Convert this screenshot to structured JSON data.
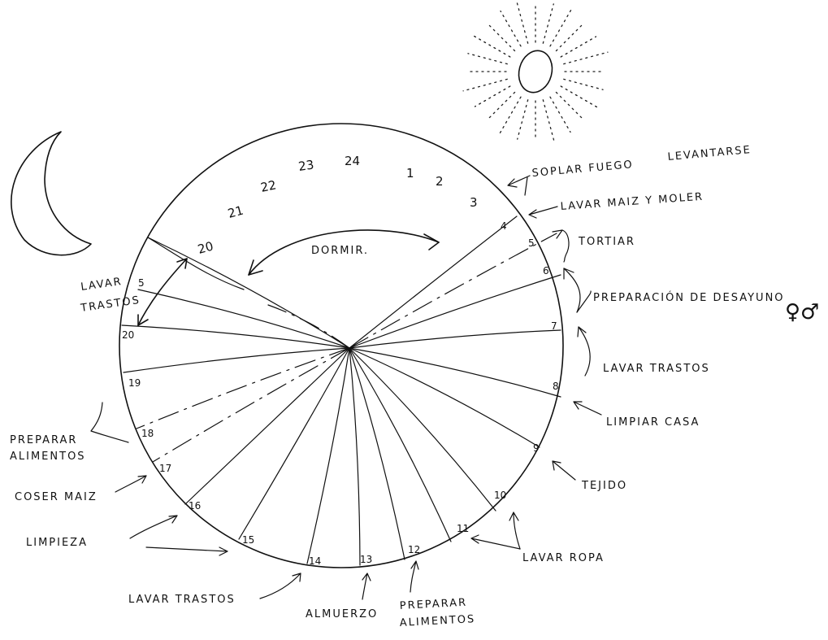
{
  "hours_top": [
    "20",
    "21",
    "22",
    "23",
    "24",
    "1",
    "2",
    "3"
  ],
  "sleep_label": "DORMIR.",
  "rim_hours": [
    "4",
    "5",
    "6",
    "7",
    "8",
    "9",
    "10",
    "11",
    "12",
    "13",
    "14",
    "15",
    "16",
    "17",
    "18",
    "19",
    "20"
  ],
  "rim_hour_5_left": "5",
  "activities": {
    "soplar_fuego": "SOPLAR FUEGO",
    "levantarse": "LEVANTARSE",
    "lavar_maiz": "LAVAR MAIZ Y MOLER",
    "tortiar": "TORTIAR",
    "preparacion_desayuno": "PREPARACIÓN DE DESAYUNO",
    "gender_symbols": "♀♂",
    "lavar_trastos_right": "LAVAR TRASTOS",
    "limpiar_casa": "LIMPIAR CASA",
    "tejido": "TEJIDO",
    "lavar_ropa": "LAVAR ROPA",
    "preparar_alimentos_bottom_1": "PREPARAR",
    "preparar_alimentos_bottom_2": "ALIMENTOS",
    "almuerzo": "ALMUERZO",
    "lavar_trastos_bottom": "LAVAR TRASTOS",
    "limpieza": "LIMPIEZA",
    "coser_maiz": "COSER MAIZ",
    "preparar_alimentos_left_1": "PREPARAR",
    "preparar_alimentos_left_2": "ALIMENTOS",
    "lavar_trastos_left_1": "LAVAR",
    "lavar_trastos_left_2": "TRASTOS"
  }
}
